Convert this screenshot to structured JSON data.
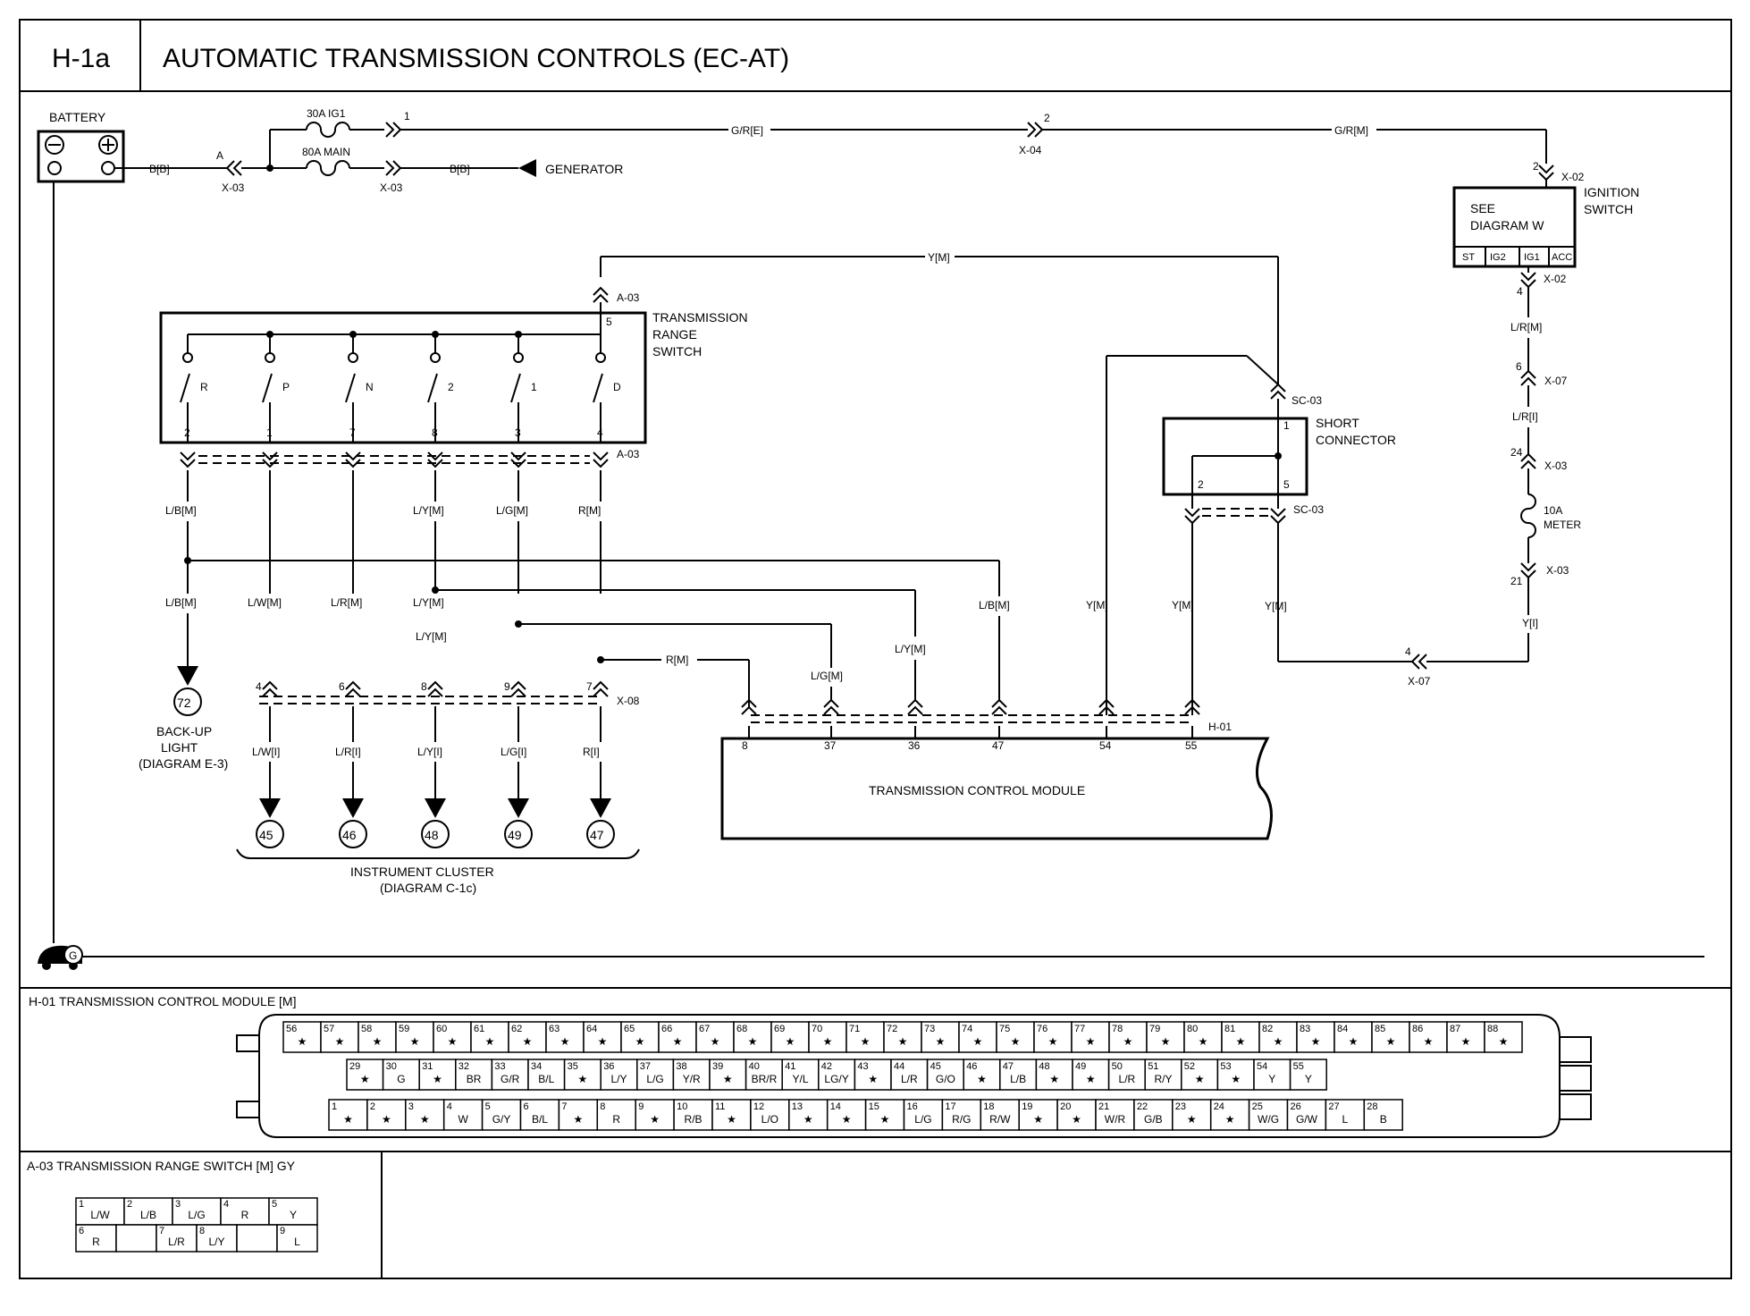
{
  "header": {
    "code": "H-1a",
    "title": "AUTOMATIC TRANSMISSION CONTROLS (EC-AT)"
  },
  "labels": {
    "battery": "BATTERY",
    "fuse_ig1": "30A IG1",
    "fuse_main": "80A MAIN",
    "generator": "GENERATOR",
    "wire_gr_e": "G/R[E]",
    "wire_gr_m": "G/R[M]",
    "wire_bb_1": "B[B]",
    "wire_bb_2": "B[B]",
    "wire_y_top": "Y[M]",
    "trs_line1": "TRANSMISSION",
    "trs_line2": "RANGE",
    "trs_line3": "SWITCH",
    "short_line1": "SHORT",
    "short_line2": "CONNECTOR",
    "see_line1": "SEE",
    "see_line2": "DIAGRAM W",
    "ign_line1": "IGNITION",
    "ign_line2": "SWITCH",
    "meter_fuse_1": "10A",
    "meter_fuse_2": "METER",
    "tcm": "TRANSMISSION CONTROL MODULE",
    "backup_1": "BACK-UP",
    "backup_2": "LIGHT",
    "backup_3": "(DIAGRAM E-3)",
    "cluster_1": "INSTRUMENT CLUSTER",
    "cluster_2": "(DIAGRAM C-1c)",
    "ground": "G",
    "rm_branch": "R[M]",
    "lr_m": "L/R[M]",
    "lr_i": "L/R[I]",
    "y_i": "Y[I]",
    "x02a": "X-02",
    "x02b": "X-02",
    "x07a": "X-07",
    "x07b": "X-07",
    "x03a": "X-03",
    "x03b": "X-03",
    "x03c": "X-03",
    "x03d": "X-03",
    "x04": "X-04",
    "x08": "X-08",
    "a03a": "A-03",
    "a03b": "A-03",
    "sc03a": "SC-03",
    "sc03b": "SC-03",
    "h01": "H-01",
    "pin_a": "A",
    "pin_1": "1",
    "pin_2": "2",
    "pin_x02_2": "2",
    "pin_x02_4": "4",
    "pin_x07_6": "6",
    "pin_x03_24": "24",
    "pin_x03_21": "21",
    "pin_x07_4": "4",
    "pin_a03_5": "5",
    "pin_sc_1": "1",
    "pin_sc_2": "2",
    "pin_sc_5": "5"
  },
  "ignition_positions": [
    "ST",
    "IG2",
    "IG1",
    "ACC"
  ],
  "switch": {
    "positions": [
      "R",
      "P",
      "N",
      "2",
      "1",
      "D"
    ],
    "pins": [
      "2",
      "1",
      "7",
      "8",
      "3",
      "4"
    ],
    "upper_wires": [
      "L/B[M]",
      "",
      "",
      "L/Y[M]",
      "L/G[M]",
      "R[M]"
    ],
    "lower_wires": [
      "L/B[M]",
      "L/W[M]",
      "L/R[M]",
      "L/Y[M]",
      "",
      ""
    ],
    "x08_pins": [
      "",
      "4",
      "6",
      "8",
      "9",
      "7"
    ],
    "cluster_wires": [
      "",
      "L/W[I]",
      "L/R[I]",
      "L/Y[I]",
      "L/G[I]",
      "R[I]"
    ],
    "terminals": [
      "72",
      "45",
      "46",
      "48",
      "49",
      "47"
    ],
    "ly_mid": "L/Y[M]"
  },
  "tcm_pins": [
    {
      "pin": "8",
      "wire": ""
    },
    {
      "pin": "37",
      "wire": "L/G[M]"
    },
    {
      "pin": "36",
      "wire": "L/Y[M]"
    },
    {
      "pin": "47",
      "wire": "L/B[M]"
    },
    {
      "pin": "54",
      "wire": "Y[M]"
    },
    {
      "pin": "55",
      "wire": "Y[M]"
    }
  ],
  "y_short_right": "Y[M]",
  "connector_h01": {
    "title": "H-01 TRANSMISSION CONTROL MODULE [M]",
    "rows": [
      [
        [
          "56",
          "★"
        ],
        [
          "57",
          "★"
        ],
        [
          "58",
          "★"
        ],
        [
          "59",
          "★"
        ],
        [
          "60",
          "★"
        ],
        [
          "61",
          "★"
        ],
        [
          "62",
          "★"
        ],
        [
          "63",
          "★"
        ],
        [
          "64",
          "★"
        ],
        [
          "65",
          "★"
        ],
        [
          "66",
          "★"
        ],
        [
          "67",
          "★"
        ],
        [
          "68",
          "★"
        ],
        [
          "69",
          "★"
        ],
        [
          "70",
          "★"
        ],
        [
          "71",
          "★"
        ],
        [
          "72",
          "★"
        ],
        [
          "73",
          "★"
        ],
        [
          "74",
          "★"
        ],
        [
          "75",
          "★"
        ],
        [
          "76",
          "★"
        ],
        [
          "77",
          "★"
        ],
        [
          "78",
          "★"
        ],
        [
          "79",
          "★"
        ],
        [
          "80",
          "★"
        ],
        [
          "81",
          "★"
        ],
        [
          "82",
          "★"
        ],
        [
          "83",
          "★"
        ],
        [
          "84",
          "★"
        ],
        [
          "85",
          "★"
        ],
        [
          "86",
          "★"
        ],
        [
          "87",
          "★"
        ],
        [
          "88",
          "★"
        ]
      ],
      [
        [
          "29",
          "★"
        ],
        [
          "30",
          "G"
        ],
        [
          "31",
          "★"
        ],
        [
          "32",
          "BR"
        ],
        [
          "33",
          "G/R"
        ],
        [
          "34",
          "B/L"
        ],
        [
          "35",
          "★"
        ],
        [
          "36",
          "L/Y"
        ],
        [
          "37",
          "L/G"
        ],
        [
          "38",
          "Y/R"
        ],
        [
          "39",
          "★"
        ],
        [
          "40",
          "BR/R"
        ],
        [
          "41",
          "Y/L"
        ],
        [
          "42",
          "LG/Y"
        ],
        [
          "43",
          "★"
        ],
        [
          "44",
          "L/R"
        ],
        [
          "45",
          "G/O"
        ],
        [
          "46",
          "★"
        ],
        [
          "47",
          "L/B"
        ],
        [
          "48",
          "★"
        ],
        [
          "49",
          "★"
        ],
        [
          "50",
          "L/R"
        ],
        [
          "51",
          "R/Y"
        ],
        [
          "52",
          "★"
        ],
        [
          "53",
          "★"
        ],
        [
          "54",
          "Y"
        ],
        [
          "55",
          "Y"
        ]
      ],
      [
        [
          "1",
          "★"
        ],
        [
          "2",
          "★"
        ],
        [
          "3",
          "★"
        ],
        [
          "4",
          "W"
        ],
        [
          "5",
          "G/Y"
        ],
        [
          "6",
          "B/L"
        ],
        [
          "7",
          "★"
        ],
        [
          "8",
          "R"
        ],
        [
          "9",
          "★"
        ],
        [
          "10",
          "R/B"
        ],
        [
          "11",
          "★"
        ],
        [
          "12",
          "L/O"
        ],
        [
          "13",
          "★"
        ],
        [
          "14",
          "★"
        ],
        [
          "15",
          "★"
        ],
        [
          "16",
          "L/G"
        ],
        [
          "17",
          "R/G"
        ],
        [
          "18",
          "R/W"
        ],
        [
          "19",
          "★"
        ],
        [
          "20",
          "★"
        ],
        [
          "21",
          "W/R"
        ],
        [
          "22",
          "G/B"
        ],
        [
          "23",
          "★"
        ],
        [
          "24",
          "★"
        ],
        [
          "25",
          "W/G"
        ],
        [
          "26",
          "G/W"
        ],
        [
          "27",
          "L"
        ],
        [
          "28",
          "B"
        ]
      ]
    ]
  },
  "connector_a03": {
    "title": "A-03 TRANSMISSION RANGE SWITCH [M] GY",
    "rows": [
      [
        [
          "1",
          "L/W"
        ],
        [
          "2",
          "L/B"
        ],
        [
          "3",
          "L/G"
        ],
        [
          "4",
          "R"
        ],
        [
          "5",
          "Y"
        ]
      ],
      [
        [
          "6",
          "R"
        ],
        [
          "",
          ""
        ],
        [
          "7",
          "L/R"
        ],
        [
          "8",
          "L/Y"
        ],
        [
          "",
          ""
        ],
        [
          "9",
          "L"
        ]
      ]
    ]
  }
}
